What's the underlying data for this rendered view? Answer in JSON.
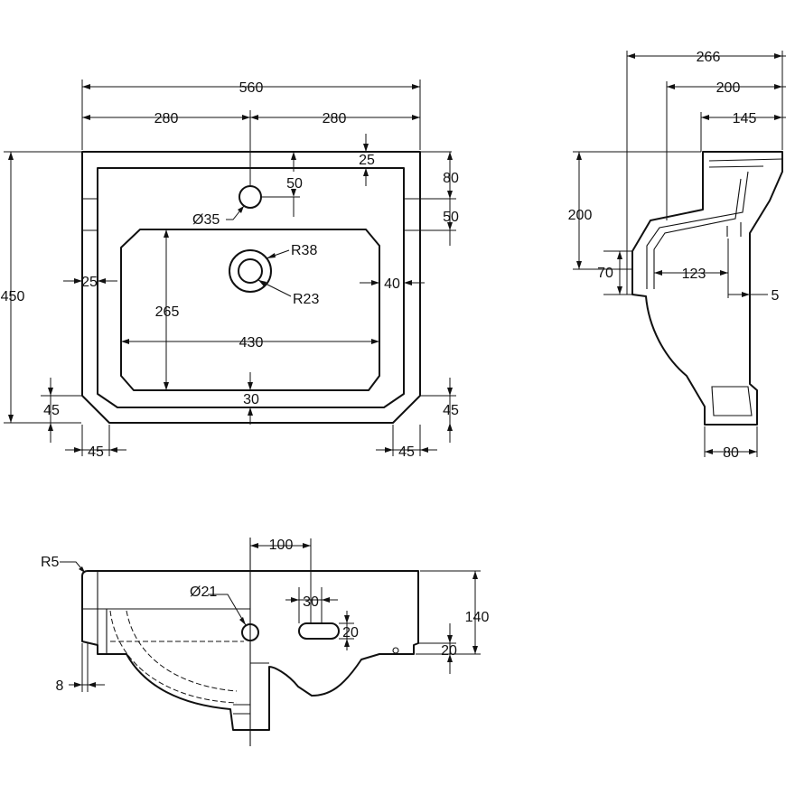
{
  "top_view": {
    "overall_width": "560",
    "half_left": "280",
    "half_right": "280",
    "overall_depth": "450",
    "rim_top": "25",
    "tap_hole_offset": "50",
    "tap_hole_dia": "Ø35",
    "right_top_80": "80",
    "right_top_50": "50",
    "waste_outer_radius": "R38",
    "waste_inner_radius": "R23",
    "bowl_depth": "265",
    "bowl_width": "430",
    "left_rim": "25",
    "right_rim": "40",
    "front_rim": "30",
    "chamfer_left_v": "45",
    "chamfer_right_v": "45",
    "chamfer_left_h": "45",
    "chamfer_right_h": "45"
  },
  "side_view": {
    "overall_projection": "266",
    "projection_200": "200",
    "projection_145": "145",
    "height_200": "200",
    "height_70": "70",
    "depth_123": "123",
    "wall_5": "5",
    "foot_80": "80"
  },
  "front_view": {
    "corner_radius": "R5",
    "offset_100": "100",
    "overflow_dia": "Ø21",
    "slot_width": "30",
    "slot_height": "20",
    "overall_height": "140",
    "base_step": "20",
    "edge_8": "8"
  }
}
